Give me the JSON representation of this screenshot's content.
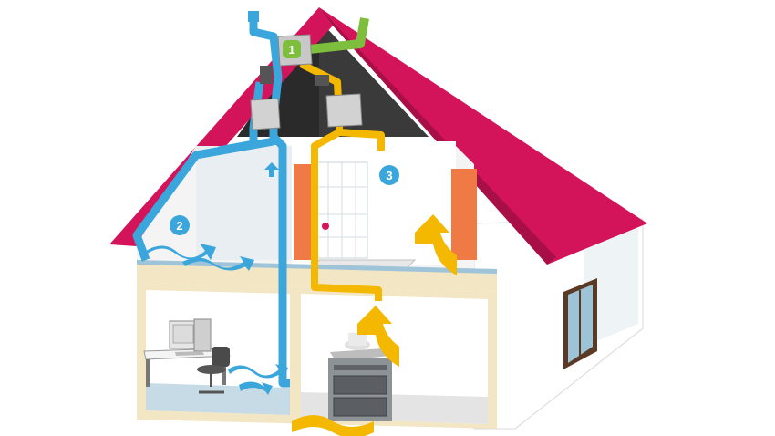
{
  "callouts": [
    {
      "label": "1",
      "color": "#7dbe3c"
    },
    {
      "label": "2",
      "color": "#3aa6dc"
    },
    {
      "label": "3",
      "color": "#3aa6dc"
    }
  ],
  "colors": {
    "roof": "#d4145a",
    "roof_dark": "#a80f47",
    "attic": "#2a2a2a",
    "wall": "#f4f4f4",
    "wall_frame": "#f2e6c4",
    "supply_duct": "#3aa6dc",
    "extract_duct": "#f5b800",
    "intake_duct": "#7dbe3c",
    "door": "#f07a45"
  },
  "icons": [
    "ventilation-unit-icon",
    "computer-desk-icon",
    "office-chair-icon",
    "stove-icon",
    "shower-icon",
    "window-icon"
  ]
}
